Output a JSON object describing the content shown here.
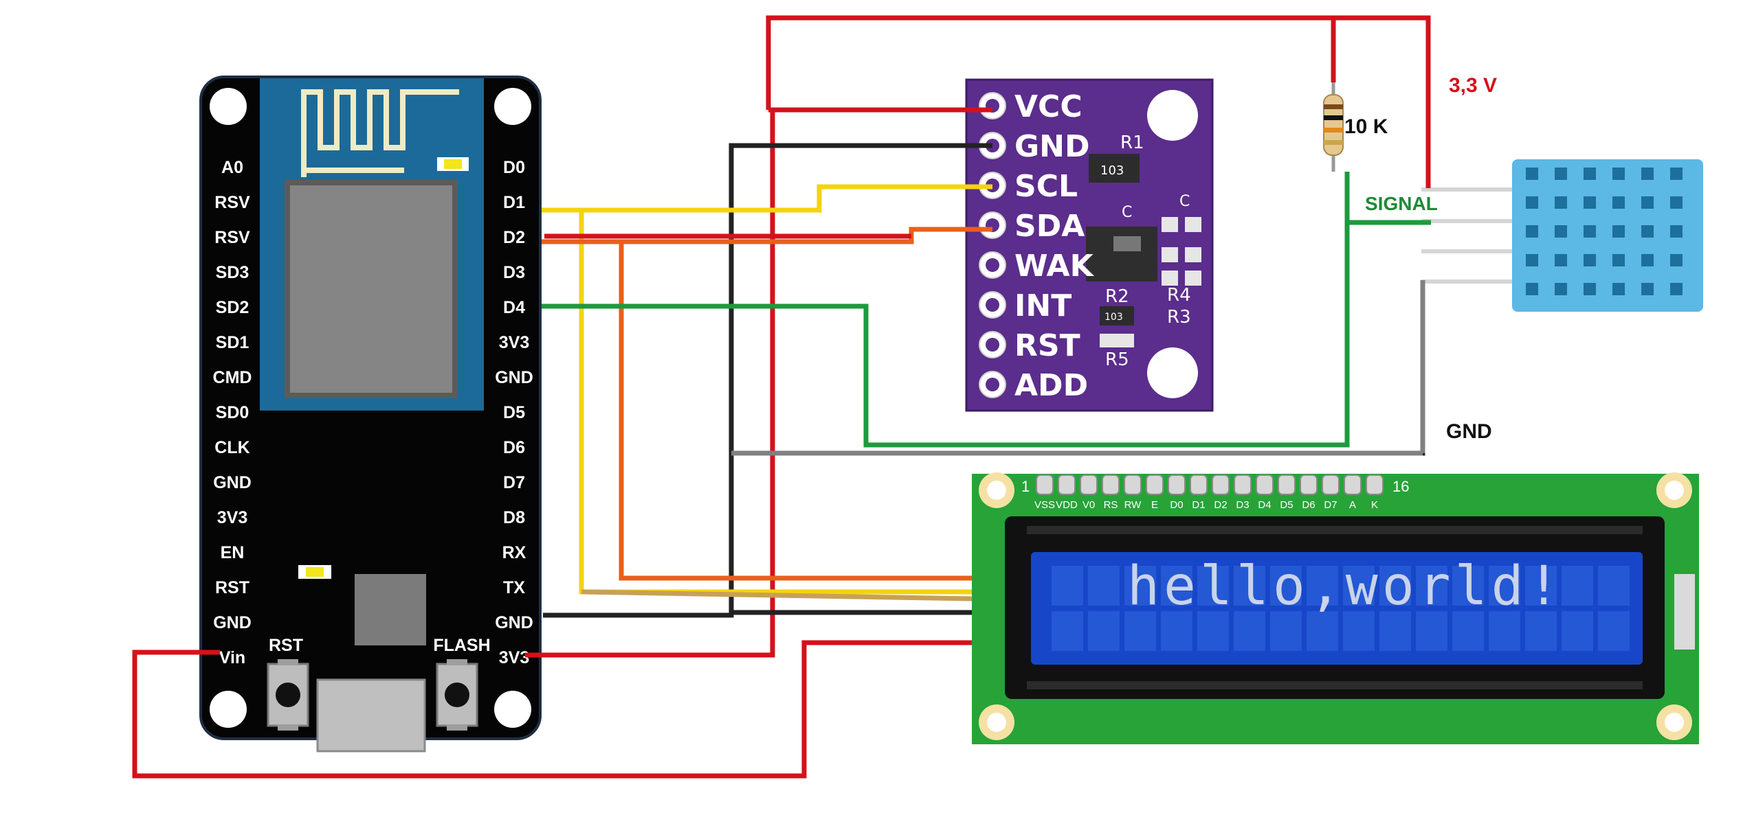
{
  "diagram": {
    "colors": {
      "power": "#d4121b",
      "gnd_black": "#222222",
      "gnd_gray": "#808080",
      "scl_yellow": "#f3d410",
      "sda_orange": "#e8601c",
      "signal_green": "#1e9a3c",
      "tan": "#c8a056"
    },
    "esp_board": {
      "left_pins": [
        "A0",
        "RSV",
        "RSV",
        "SD3",
        "SD2",
        "SD1",
        "CMD",
        "SD0",
        "CLK",
        "GND",
        "3V3",
        "EN",
        "RST",
        "GND",
        "Vin"
      ],
      "right_pins": [
        "D0",
        "D1",
        "D2",
        "D3",
        "D4",
        "3V3",
        "GND",
        "D5",
        "D6",
        "D7",
        "D8",
        "RX",
        "TX",
        "GND",
        "3V3"
      ],
      "button_rst": "RST",
      "button_flash": "FLASH"
    },
    "sensor_module": {
      "pins": [
        "VCC",
        "GND",
        "SCL",
        "SDA",
        "WAK",
        "INT",
        "RST",
        "ADD"
      ],
      "silkscreen": [
        "R1",
        "103",
        "R2",
        "103",
        "R4",
        "R3",
        "R5",
        "C",
        "C"
      ]
    },
    "resistor": {
      "label": "10 K"
    },
    "dht": {
      "label_power": "3,3 V",
      "label_signal": "SIGNAL",
      "label_gnd": "GND"
    },
    "lcd": {
      "pin_start": "1",
      "pin_end": "16",
      "pin_labels": [
        "VSS",
        "VDD",
        "V0",
        "RS",
        "RW",
        "E",
        "D0",
        "D1",
        "D2",
        "D3",
        "D4",
        "D5",
        "D6",
        "D7",
        "A",
        "K"
      ],
      "text": "hello,world!"
    }
  }
}
